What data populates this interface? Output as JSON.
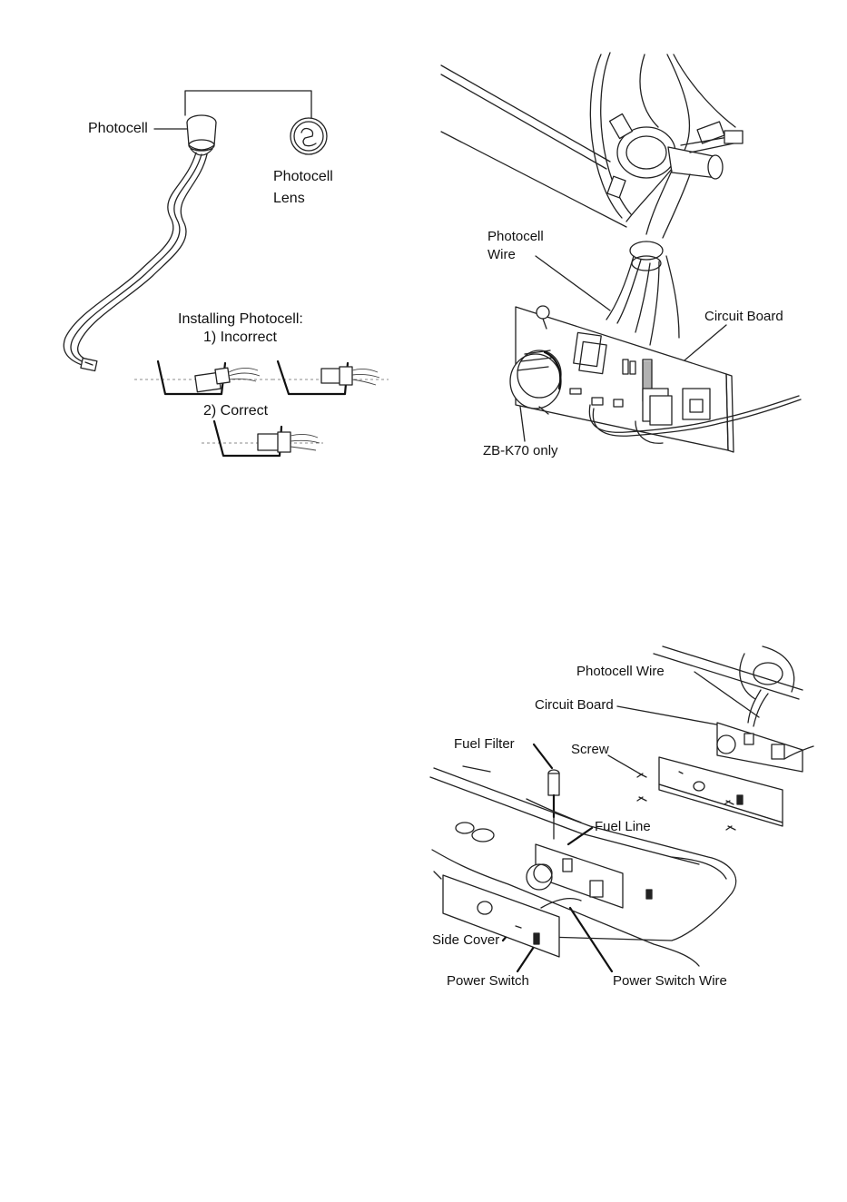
{
  "figure1": {
    "photocell_label": "Photocell",
    "lens_label_line1": "Photocell",
    "lens_label_line2": "Lens",
    "installing_title": "Installing Photocell:",
    "incorrect_label": "1) Incorrect",
    "correct_label": "2) Correct"
  },
  "figure2": {
    "photocell_wire_line1": "Photocell",
    "photocell_wire_line2": "Wire",
    "circuit_board_label": "Circuit Board",
    "zb_label": "ZB-K70 only"
  },
  "figure3": {
    "photocell_wire_label": "Photocell Wire",
    "circuit_board_label": "Circuit Board",
    "fuel_filter_label": "Fuel Filter",
    "screw_label": "Screw",
    "fuel_line_label": "Fuel Line",
    "side_cover_label": "Side Cover",
    "power_switch_label": "Power Switch",
    "power_switch_wire_label": "Power Switch Wire"
  }
}
